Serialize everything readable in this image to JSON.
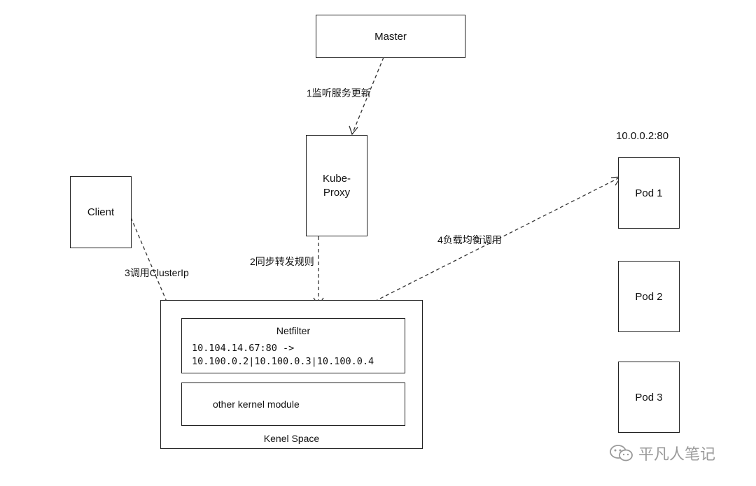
{
  "nodes": {
    "master": "Master",
    "kube_proxy_line1": "Kube-",
    "kube_proxy_line2": "Proxy",
    "client": "Client",
    "pod1": "Pod 1",
    "pod2": "Pod 2",
    "pod3": "Pod 3",
    "pod1_address": "10.0.0.2:80",
    "kernel_space": "Kenel Space",
    "netfilter_title": "Netfilter",
    "netfilter_rule_line1": "10.104.14.67:80 ->",
    "netfilter_rule_line2": "10.100.0.2|10.100.0.3|10.100.0.4",
    "other_module": "other kernel module"
  },
  "edges": {
    "step1": "1监听服务更新",
    "step2": "2同步转发规则",
    "step3": "3调用ClusterIp",
    "step4": "4负载均衡调用"
  },
  "watermark": {
    "text": "平凡人笔记",
    "icon": "wechat-icon"
  }
}
